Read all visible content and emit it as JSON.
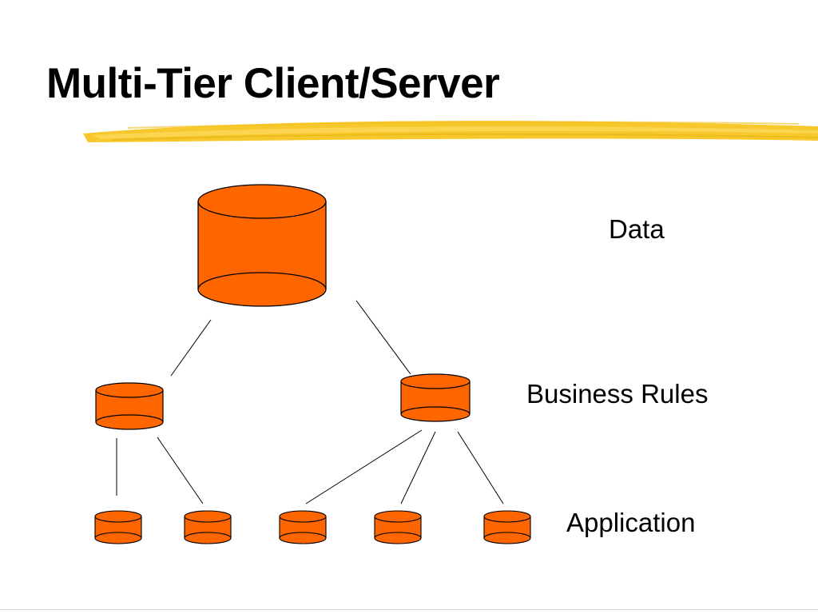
{
  "slide": {
    "title": "Multi-Tier Client/Server",
    "underline_color": "#f7c82c"
  },
  "tiers": {
    "data": "Data",
    "business": "Business Rules",
    "application": "Application"
  },
  "colors": {
    "cylinder_fill": "#ff6600",
    "outline": "#000000"
  }
}
